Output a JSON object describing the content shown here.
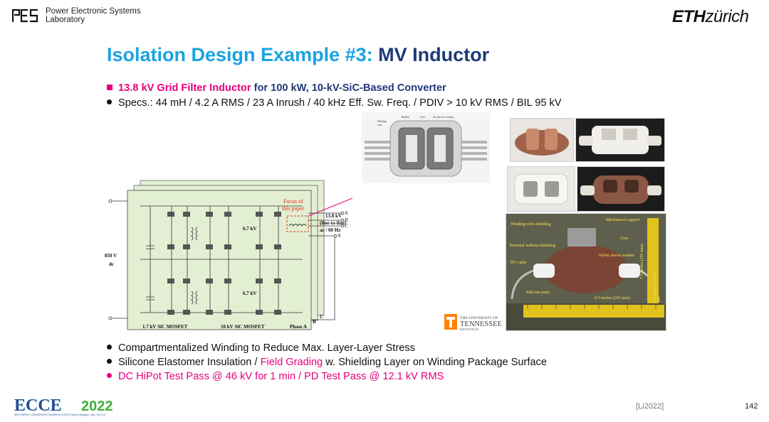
{
  "header": {
    "lab_line1": "Power Electronic Systems",
    "lab_line2": "Laboratory",
    "eth_bold": "ETH",
    "eth_italic": "zürich"
  },
  "title": {
    "part1": "Isolation Design Example #3:",
    "part2": "MV Inductor"
  },
  "bullets": {
    "b1_pink": "13.8 kV Grid Filter Inductor",
    "b1_navy": "for 100 kW, 10-kV-SiC-Based Converter",
    "b2": "Specs.: 44 mH / 4.2 A RMS / 23 A Inrush / 40 kHz Eff. Sw. Freq. / PDIV > 10 kV RMS / BIL 95 kV",
    "b3": "Compartmentalized Winding to Reduce Max. Layer-Layer Stress",
    "b4_pre": "Silicone Elastomer Insulation /",
    "b4_hl": "Field Grading",
    "b4_post": "w. Shielding Layer on Winding Package Surface",
    "b5": "DC HiPot Test Pass @ 46 kV for 1 min / PD Test Pass @ 12.1 kV RMS"
  },
  "schematic": {
    "dc_voltage": "850 V",
    "dc_label": "dc",
    "focus_line1": "Focus of",
    "focus_line2": "this paper",
    "mid_voltage": "6.7 kV",
    "mid_voltage2": "6.7 kV",
    "grid_v": "13.8 kV",
    "grid_ll": "(line-to-line)",
    "grid_ac": "ac / 60 Hz",
    "phase_a": "Phase A",
    "phase_b": "B",
    "phase_c": "C",
    "term_a": "A",
    "term_b": "B",
    "term_c": "C",
    "term_n": "N",
    "mosfet1": "1.7 kV SiC MOSFET",
    "mosfet2": "10 kV SiC MOSFET"
  },
  "cross_section": {
    "lbl_bobbin": "Bobbin",
    "lbl_core": "Core",
    "lbl_air": "Air duct for cooling",
    "lbl_winding": "Winding",
    "lbl_wire": "wire"
  },
  "photo_labels": {
    "winding_shielding": "Winding with shielding",
    "mech_support": "Mechanical support",
    "core": "Core",
    "terminal": "Terminal without shielding",
    "nylon": "Nylon sleeve washer",
    "hv_cable": "HV cable",
    "silicone_putty": "Silicone putty",
    "dim_9_5": "9.5 inches (241 mm)",
    "dim_7_5": "7.5 inches (191 mm)",
    "dim_7_0": "7.0 inches (178 mm)",
    "utk_1": "THE UNIVERSITY OF",
    "utk_2": "TENNESSEE",
    "utk_3": "KNOXVILLE"
  },
  "footer": {
    "conf_name": "ECCE",
    "conf_year": "2022",
    "conf_sub": "IEEE ENERGY CONVERSION CONGRESS & EXPO",
    "conf_loc": "Detroit, Michigan, USA, Oct 9-13",
    "reference": "[Li2022]",
    "page": "142"
  },
  "colors": {
    "title_light": "#1aa3e0",
    "title_dark": "#1f3a78",
    "highlight": "#e6007e",
    "schematic_bg": "#e3efd3"
  }
}
